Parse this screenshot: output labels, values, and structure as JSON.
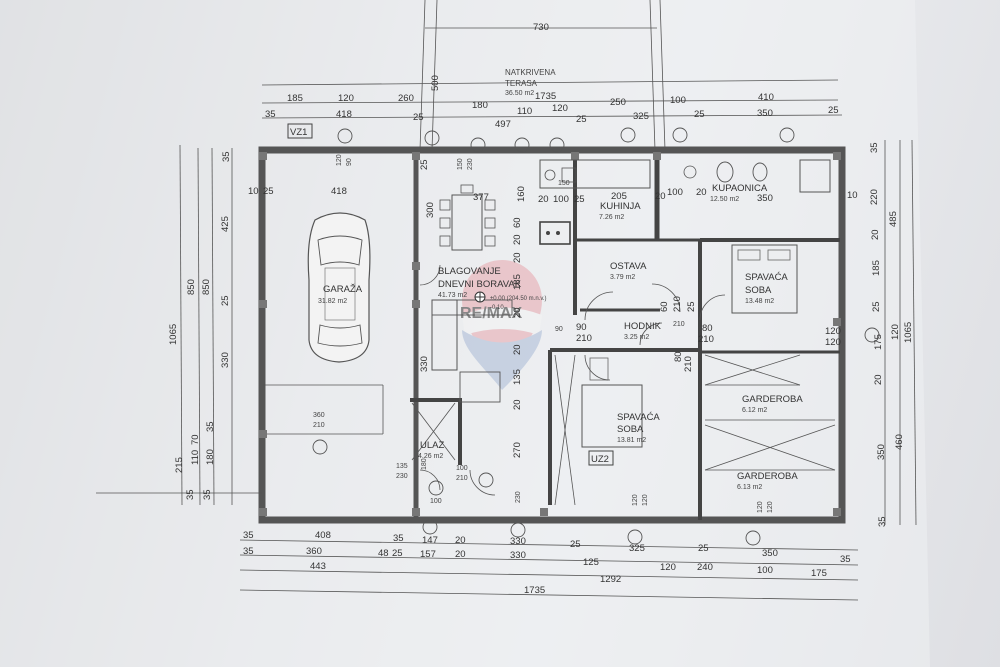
{
  "rooms": {
    "garaza": {
      "name": "GARAŽA",
      "area": "31.82 m2"
    },
    "blagovanje": {
      "name1": "BLAGOVANJE",
      "name2": "DNEVNI BORAVAK",
      "area": "41.73 m2"
    },
    "kuhinja": {
      "name": "KUHINJA",
      "area": "7.26 m2"
    },
    "kupaonica": {
      "name": "KUPAONICA",
      "area": "12.50 m2"
    },
    "ostava": {
      "name": "OSTAVA",
      "area": "3.79 m2"
    },
    "spavaca1": {
      "name1": "SPAVAĆA",
      "name2": "SOBA",
      "area": "13.48 m2"
    },
    "hodnik": {
      "name": "HODNIK",
      "area": "3.25 m2"
    },
    "spavaca2": {
      "name1": "SPAVAĆA",
      "name2": "SOBA",
      "area": "13.81 m2"
    },
    "garderoba1": {
      "name": "GARDEROBA",
      "area": "6.12 m2"
    },
    "garderoba2": {
      "name": "GARDEROBA",
      "area": "6.13 m2"
    },
    "ulaz": {
      "name": "ULAZ",
      "area": "4.26 m2"
    },
    "terasa": {
      "name1": "NATKRIVENA",
      "name2": "TERASA",
      "area": "36.50 m2"
    }
  },
  "labels": {
    "vz1": "VZ1",
    "uz2": "UZ2",
    "level": "±0.00 (204.50 m.n.v.)",
    "level2": "-0.10",
    "watermark": "RE/MAX"
  },
  "dims_top": {
    "t730": "730",
    "t500": "500",
    "t1735": "1735",
    "row1": [
      "185",
      "120",
      "260",
      "180",
      "110",
      "120",
      "250",
      "100",
      "410"
    ],
    "row2": [
      "35",
      "418",
      "25",
      "497",
      "25",
      "325",
      "25",
      "350",
      "25"
    ]
  },
  "dims_bottom": {
    "row1": [
      "35",
      "408",
      "35",
      "147",
      "20",
      "330"
    ],
    "row2": [
      "35",
      "360",
      "48",
      "25",
      "157",
      "20",
      "330",
      "25",
      "125",
      "325",
      "25",
      "350",
      "35"
    ],
    "row3": [
      "443",
      "1292",
      "120",
      "240",
      "100",
      "175"
    ],
    "total": "1735"
  },
  "dims_left": [
    "1065",
    "850",
    "850",
    "425",
    "25",
    "330",
    "215",
    "110",
    "70",
    "180",
    "35",
    "35",
    "35",
    "35"
  ],
  "dims_right": [
    "35",
    "220",
    "485",
    "20",
    "185",
    "25",
    "120",
    "175",
    "20",
    "1065",
    "350",
    "460",
    "35"
  ],
  "dims_inner": [
    "10",
    "25",
    "418",
    "377",
    "300",
    "160",
    "205",
    "20",
    "100",
    "25",
    "20",
    "100",
    "20",
    "350",
    "10",
    "120",
    "90",
    "150",
    "230",
    "20",
    "60",
    "20",
    "185",
    "60",
    "210",
    "20",
    "25",
    "90",
    "210",
    "80",
    "210",
    "120",
    "120",
    "80",
    "210",
    "330",
    "20",
    "135",
    "20",
    "270",
    "360",
    "210",
    "135",
    "100",
    "210",
    "230",
    "180",
    "100",
    "230",
    "120",
    "120",
    "120",
    "90",
    "120",
    "150",
    "210",
    "25"
  ]
}
